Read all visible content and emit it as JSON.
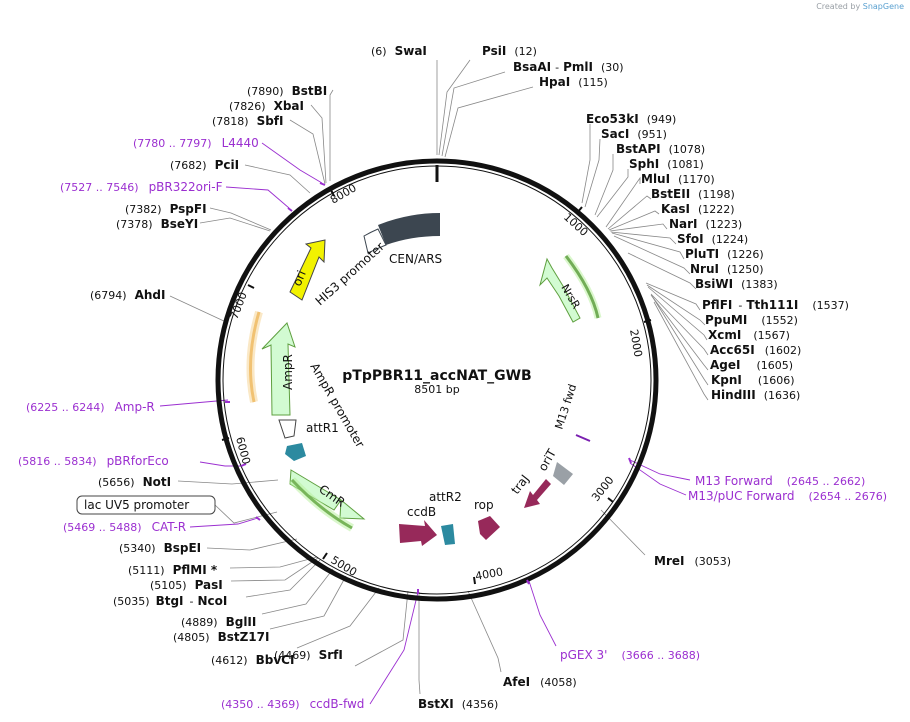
{
  "brand": {
    "prefix": "Created by",
    "name": "SnapGene"
  },
  "plasmid": {
    "name": "pTpPBR11_accNAT_GWB",
    "length": "8501 bp"
  },
  "ticks": [
    "1000",
    "2000",
    "3000",
    "4000",
    "5000",
    "6000",
    "7000",
    "8000"
  ],
  "enzymes": {
    "swai": {
      "name": "SwaI",
      "pos": "(6)"
    },
    "psii": {
      "name": "PsiI",
      "pos": "(12)"
    },
    "bsaai": {
      "name": "BsaAI",
      "sep": "-",
      "name2": "PmlI",
      "pos": "(30)"
    },
    "hpai": {
      "name": "HpaI",
      "pos": "(115)"
    },
    "eco53ki": {
      "name": "Eco53kI",
      "pos": "(949)"
    },
    "saci": {
      "name": "SacI",
      "pos": "(951)"
    },
    "bstapi": {
      "name": "BstAPI",
      "pos": "(1078)"
    },
    "sphi": {
      "name": "SphI",
      "pos": "(1081)"
    },
    "mlui": {
      "name": "MluI",
      "pos": "(1170)"
    },
    "bsteii": {
      "name": "BstEII",
      "pos": "(1198)"
    },
    "kasi": {
      "name": "KasI",
      "pos": "(1222)"
    },
    "nari": {
      "name": "NarI",
      "pos": "(1223)"
    },
    "sfoi": {
      "name": "SfoI",
      "pos": "(1224)"
    },
    "pluti": {
      "name": "PluTI",
      "pos": "(1226)"
    },
    "nrui": {
      "name": "NruI",
      "pos": "(1250)"
    },
    "bsiwi": {
      "name": "BsiWI",
      "pos": "(1383)"
    },
    "pflfi": {
      "name": "PflFI",
      "sep": "-",
      "name2": "Tth111I",
      "pos": "(1537)"
    },
    "ppumi": {
      "name": "PpuMI",
      "pos": "(1552)"
    },
    "xcmi": {
      "name": "XcmI",
      "pos": "(1567)"
    },
    "acc65i": {
      "name": "Acc65I",
      "pos": "(1602)"
    },
    "agei": {
      "name": "AgeI",
      "pos": "(1605)"
    },
    "kpni": {
      "name": "KpnI",
      "pos": "(1606)"
    },
    "hindiii": {
      "name": "HindIII",
      "pos": "(1636)"
    },
    "mrei": {
      "name": "MreI",
      "pos": "(3053)"
    },
    "afei": {
      "name": "AfeI",
      "pos": "(4058)"
    },
    "bstxi": {
      "name": "BstXI",
      "pos": "(4356)"
    },
    "srfi": {
      "name": "SrfI",
      "pos": "(4469)"
    },
    "bbvci": {
      "name": "BbvCI",
      "pos": "(4612)"
    },
    "bstz17i": {
      "name": "BstZ17I",
      "pos": "(4805)"
    },
    "bglii": {
      "name": "BglII",
      "pos": "(4889)"
    },
    "btgi": {
      "name": "BtgI",
      "sep": "-",
      "name2": "NcoI",
      "pos": "(5035)"
    },
    "pasi": {
      "name": "PasI",
      "pos": "(5105)"
    },
    "pflmi": {
      "name": "PflMI *",
      "pos": "(5111)"
    },
    "bspei": {
      "name": "BspEI",
      "pos": "(5340)"
    },
    "noti": {
      "name": "NotI",
      "pos": "(5656)"
    },
    "ahdi": {
      "name": "AhdI",
      "pos": "(6794)"
    },
    "bseyi": {
      "name": "BseYI",
      "pos": "(7378)"
    },
    "pspfi": {
      "name": "PspFI",
      "pos": "(7382)"
    },
    "pcii": {
      "name": "PciI",
      "pos": "(7682)"
    },
    "sbfi": {
      "name": "SbfI",
      "pos": "(7818)"
    },
    "xbai": {
      "name": "XbaI",
      "pos": "(7826)"
    },
    "bstbi": {
      "name": "BstBI",
      "pos": "(7890)"
    }
  },
  "primers": {
    "l4440": {
      "range": "(7780 .. 7797)",
      "name": "L4440"
    },
    "pbr322": {
      "range": "(7527 .. 7546)",
      "name": "pBR322ori-F"
    },
    "ampr": {
      "range": "(6225 .. 6244)",
      "name": "Amp-R"
    },
    "pbrforeco": {
      "range": "(5816 .. 5834)",
      "name": "pBRforEco"
    },
    "catr": {
      "range": "(5469 .. 5488)",
      "name": "CAT-R"
    },
    "ccdbfwd": {
      "range": "(4350 .. 4369)",
      "name": "ccdB-fwd"
    },
    "pgex": {
      "name": "pGEX 3'",
      "range": "(3666 .. 3688)"
    },
    "m13fwd": {
      "name": "M13 Forward",
      "range": "(2645 .. 2662)"
    },
    "m13puc": {
      "name": "M13/pUC Forward",
      "range": "(2654 .. 2676)"
    }
  },
  "boxed_feature": {
    "label": "lac UV5 promoter"
  },
  "features": {
    "cen_ars": "CEN/ARS",
    "his3": "HIS3 promoter",
    "ori": "ori",
    "nrsr": "NrsR",
    "ampr": "AmpR",
    "ampr_promoter": "AmpR promoter",
    "attr1": "attR1",
    "cmr": "CmR",
    "ccdb": "ccdB",
    "attr2": "attR2",
    "rop": "rop",
    "traj": "traJ",
    "orit": "oriT",
    "m13fwd": "M13 fwd"
  },
  "colors": {
    "backbone": "#111111",
    "primer": "#9b2fd0",
    "cen": "#3c4650",
    "ori": "#f2f200",
    "marker_fill": "#d2fbd2",
    "marker_stroke": "#5fa040",
    "rop": "#97295a",
    "attr": "#2c8aa0",
    "orit": "#9aa0a6",
    "amp_arc": "#e8a030"
  }
}
